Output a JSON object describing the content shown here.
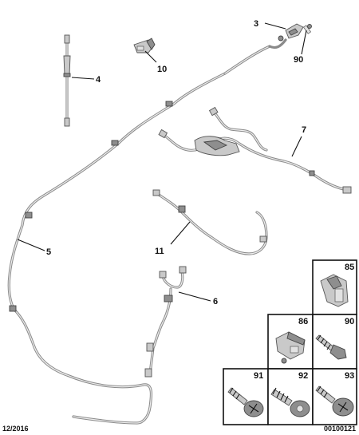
{
  "callouts": {
    "part_3": "3",
    "part_90_top": "90",
    "part_4": "4",
    "part_10": "10",
    "part_7": "7",
    "part_11": "11",
    "part_5": "5",
    "part_6": "6"
  },
  "parts_table": {
    "cell_85": "85",
    "cell_86": "86",
    "cell_90": "90",
    "cell_91": "91",
    "cell_92": "92",
    "cell_93": "93"
  },
  "footer": {
    "date": "12/2016",
    "reference": "00100121"
  }
}
